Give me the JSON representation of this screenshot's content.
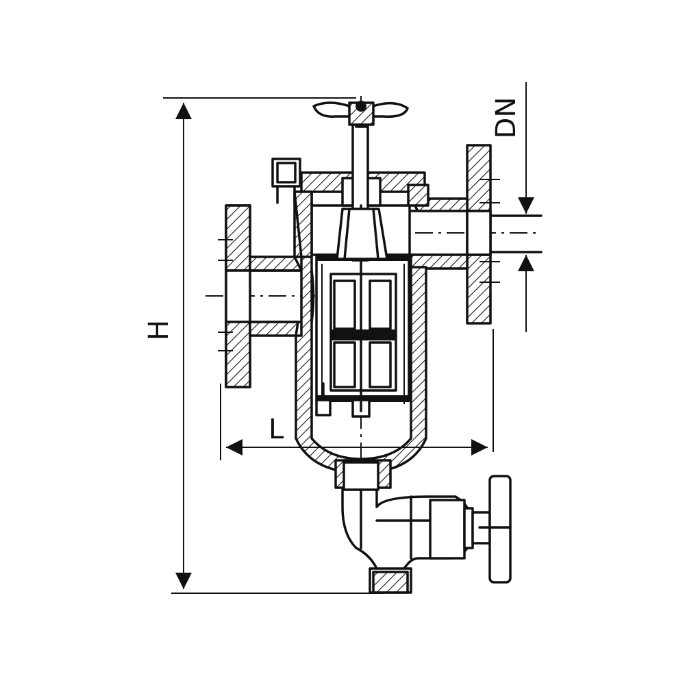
{
  "dimensions": {
    "height_label": "H",
    "length_label": "L",
    "nominal_diameter_label": "DN"
  }
}
